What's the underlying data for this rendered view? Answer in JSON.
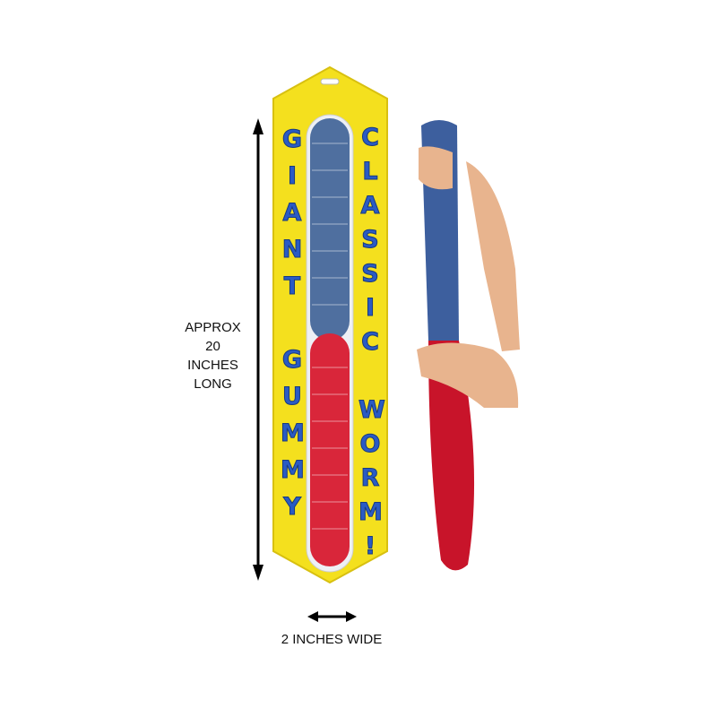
{
  "annotations": {
    "length_lines": [
      "APPROX",
      "20",
      "INCHES",
      "LONG"
    ],
    "width_label": "2 INCHES WIDE"
  },
  "package": {
    "left_text": "GIANT GUMMY",
    "right_text": "CLASSIC WORM!",
    "colors": {
      "package": "#f4e01e",
      "text": "#2a5bc4",
      "blue_worm": "#4f6f9f",
      "red_worm": "#d9263a"
    }
  }
}
